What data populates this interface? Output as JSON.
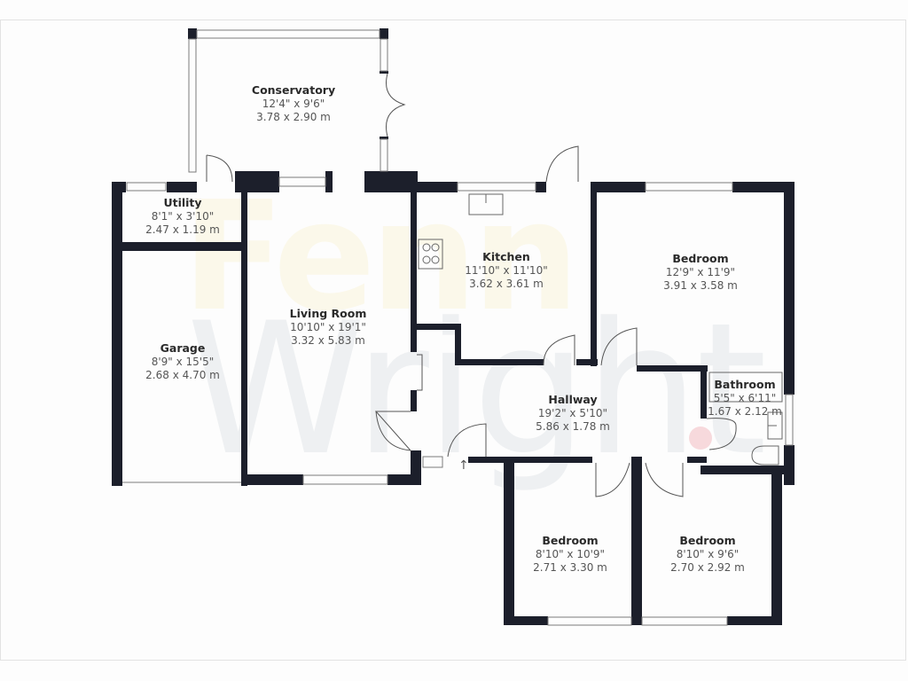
{
  "plan": {
    "type": "floor-plan",
    "wall_color": "#1c1f2b",
    "watermark": {
      "line1": "Fenn",
      "line2": "Wright",
      "line1_color": "#fbf8ea",
      "line2_color": "#eef0f2"
    },
    "rooms": [
      {
        "name": "Conservatory",
        "imperial": "12'4\" x 9'6\"",
        "metric": "3.78 x 2.90 m"
      },
      {
        "name": "Utility",
        "imperial": "8'1\" x 3'10\"",
        "metric": "2.47 x 1.19 m"
      },
      {
        "name": "Kitchen",
        "imperial": "11'10\" x 11'10\"",
        "metric": "3.62 x 3.61 m"
      },
      {
        "name": "Bedroom",
        "imperial": "12'9\" x 11'9\"",
        "metric": "3.91 x 3.58 m"
      },
      {
        "name": "Living Room",
        "imperial": "10'10\" x 19'1\"",
        "metric": "3.32 x 5.83 m"
      },
      {
        "name": "Garage",
        "imperial": "8'9\" x 15'5\"",
        "metric": "2.68 x 4.70 m"
      },
      {
        "name": "Hallway",
        "imperial": "19'2\" x 5'10\"",
        "metric": "5.86 x 1.78 m"
      },
      {
        "name": "Bathroom",
        "imperial": "5'5\" x 6'11\"",
        "metric": "1.67 x 2.12 m"
      },
      {
        "name": "Bedroom",
        "imperial": "8'10\" x 10'9\"",
        "metric": "2.71 x 3.30 m"
      },
      {
        "name": "Bedroom",
        "imperial": "8'10\" x 9'6\"",
        "metric": "2.70 x 2.92 m"
      }
    ],
    "entrance_marker": "↑"
  }
}
